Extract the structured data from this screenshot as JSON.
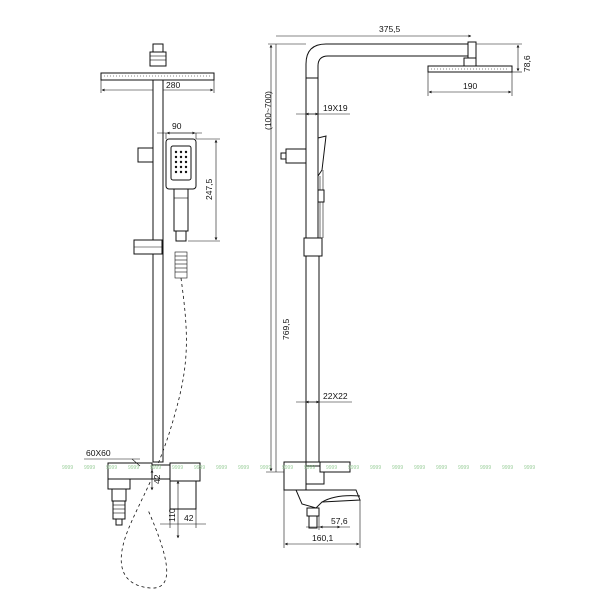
{
  "front_view": {
    "dimensions": {
      "head_diameter": "280",
      "handshower_width": "90",
      "handshower_height": "247,5",
      "valve_body": "60X60",
      "valve_side": "42",
      "outlet_height": "110",
      "outlet_width": "42"
    }
  },
  "side_view": {
    "dimensions": {
      "arm_reach": "375,5",
      "head_thickness": "78,6",
      "head_depth": "190",
      "adjust_range": "(100~700)",
      "upper_tube": "19X19",
      "total_height": "769,5",
      "lower_tube": "22X22",
      "spout_projection": "57,6",
      "valve_depth": "160,1"
    }
  },
  "watermark": {
    "text": "9999"
  }
}
